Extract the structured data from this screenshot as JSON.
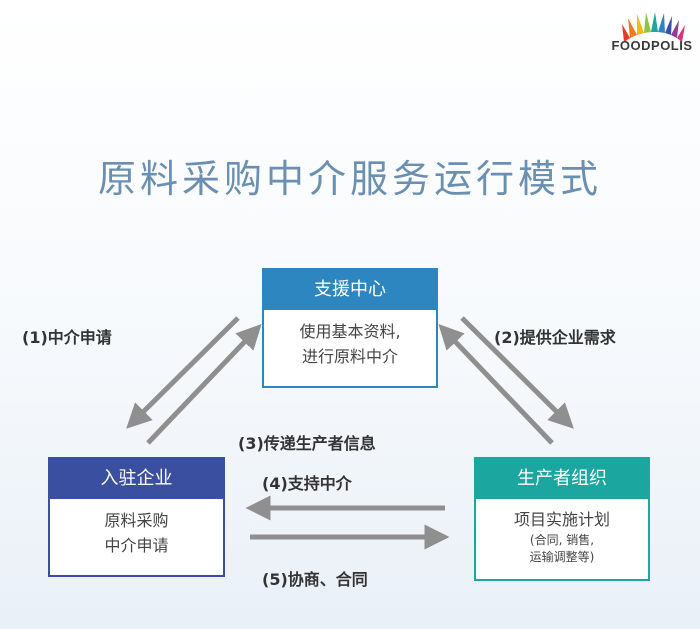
{
  "logo": {
    "text": "FOODPOLIS"
  },
  "title": "原料采购中介服务运行模式",
  "boxes": {
    "support": {
      "header": "支援中心",
      "line1": "使用基本资料,",
      "line2": "进行原料中介",
      "color": "#2e86c1"
    },
    "enterprise": {
      "header": "入驻企业",
      "line1": "原料采购",
      "line2": "中介申请",
      "color": "#3b4fa0"
    },
    "producer": {
      "header": "生产者组织",
      "line1": "项目实施计划",
      "line2": "(合同, 销售,",
      "line3": "运输调整等)",
      "color": "#1ba6a0"
    }
  },
  "steps": {
    "s1": "(1)中介申请",
    "s2": "(2)提供企业需求",
    "s3": "(3)传递生产者信息",
    "s4": "(4)支持中介",
    "s5": "(5)协商、合同"
  }
}
